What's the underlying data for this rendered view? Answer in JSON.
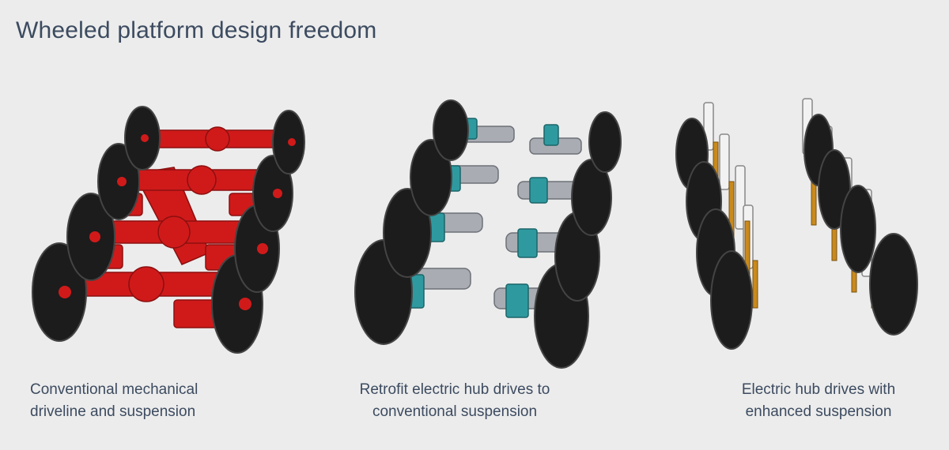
{
  "title": "Wheeled platform design freedom",
  "panels": [
    {
      "caption_lines": [
        "Conventional mechanical",
        "driveline and suspension"
      ],
      "accent": "#d01a1a"
    },
    {
      "caption_lines": [
        "Retrofit electric hub drives to",
        "conventional suspension"
      ],
      "accent": "#2e9aa0"
    },
    {
      "caption_lines": [
        "Electric hub drives with",
        "enhanced suspension"
      ],
      "accent": "#c98a1d"
    }
  ],
  "colors": {
    "background": "#ececec",
    "text": "#3c4b60",
    "tire": "#1c1c1c",
    "hub_metal": "#a9adb3",
    "strut_white": "#f2f2f2"
  }
}
